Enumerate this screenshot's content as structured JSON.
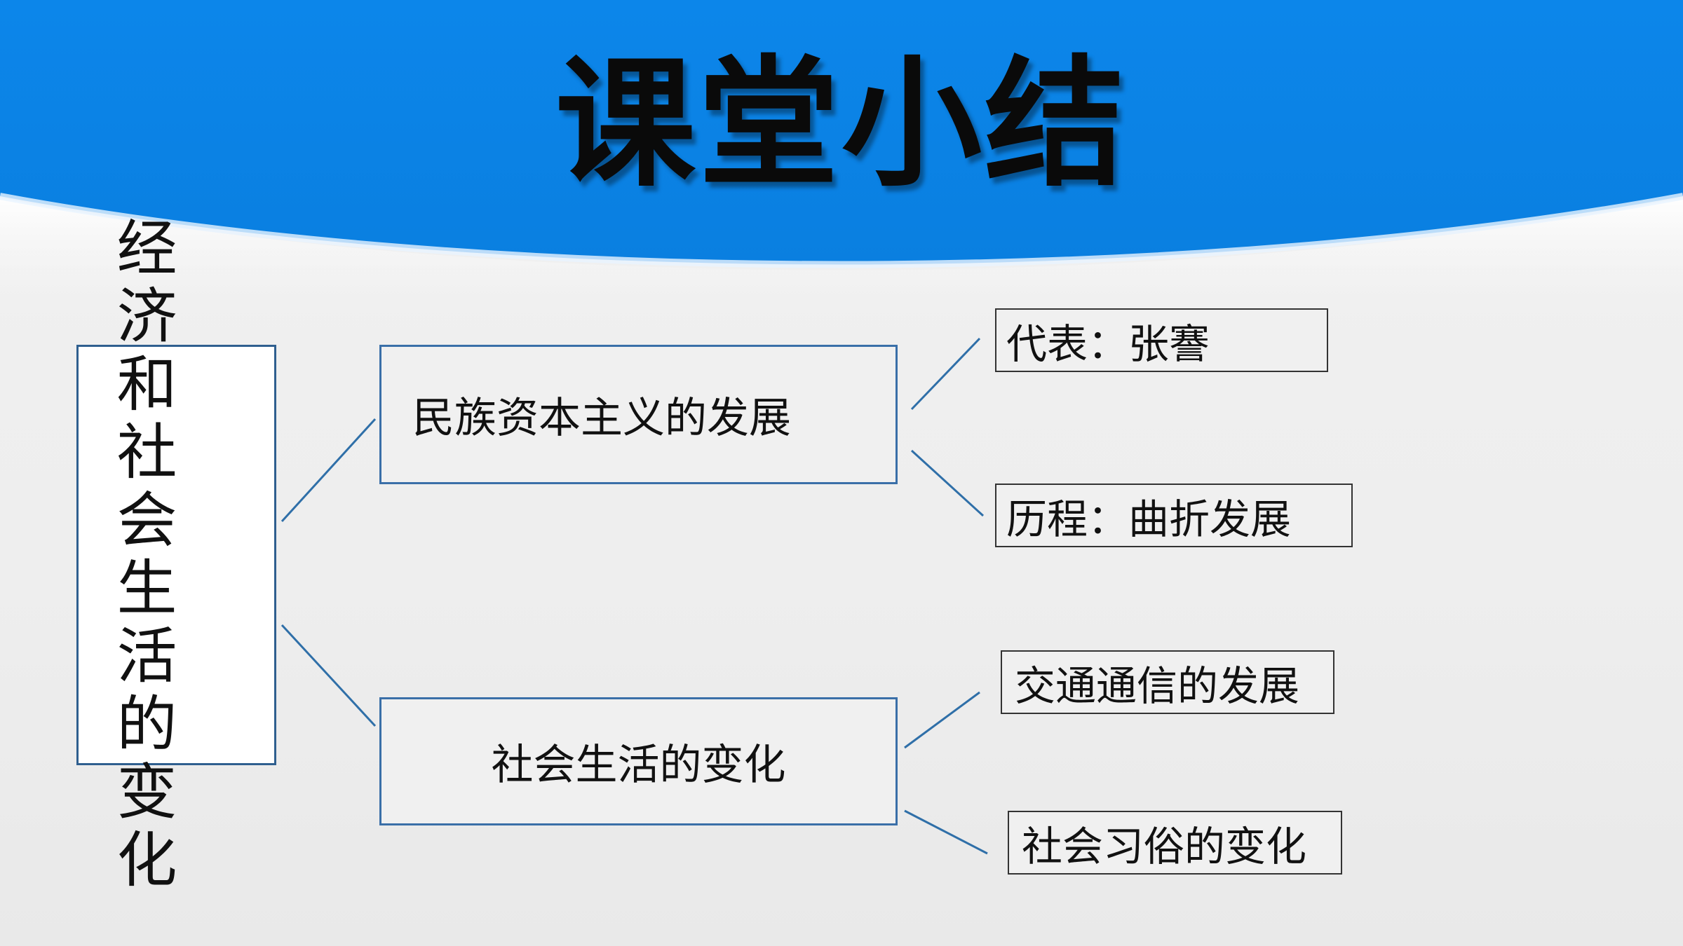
{
  "title": "课堂小结",
  "colors": {
    "header_blue": "#0a84e6",
    "mid_border": "#3a6fa8",
    "connector": "#2f6fa8"
  },
  "diagram": {
    "root": "经济和社会生活的变化",
    "branches": [
      {
        "label": "民族资本主义的发展",
        "children": [
          "代表：张謇",
          "历程：曲折发展"
        ]
      },
      {
        "label": "社会生活的变化",
        "children": [
          "交通通信的发展",
          "社会习俗的变化"
        ]
      }
    ]
  }
}
